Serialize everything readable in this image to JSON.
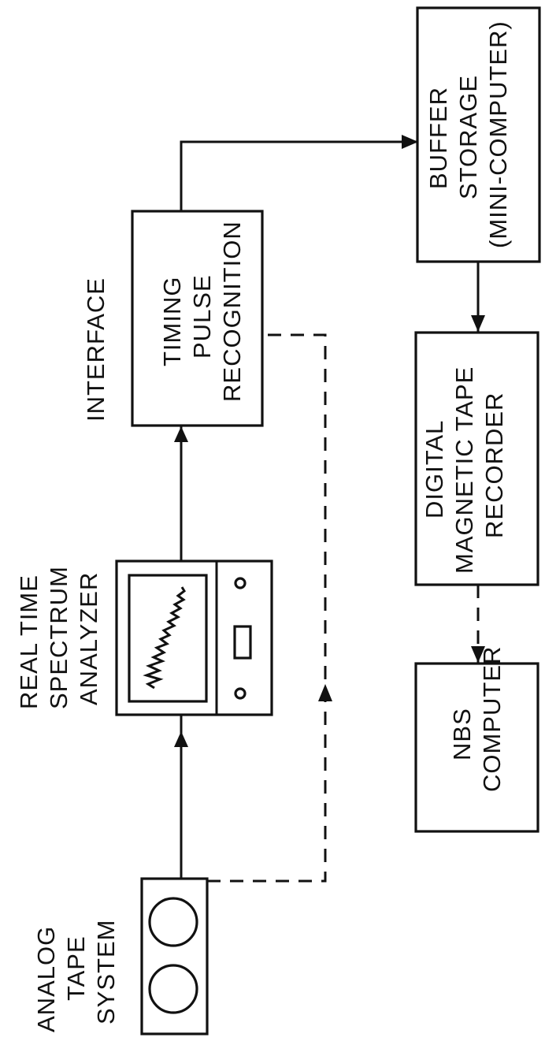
{
  "diagram": {
    "blocks": {
      "analog_tape": {
        "lines": [
          "ANALOG",
          "TAPE",
          "SYSTEM"
        ]
      },
      "spectrum_analyzer": {
        "lines": [
          "REAL TIME",
          "SPECTRUM",
          "ANALYZER"
        ]
      },
      "interface": {
        "heading": "INTERFACE",
        "lines": [
          "TIMING",
          "PULSE",
          "RECOGNITION"
        ]
      },
      "buffer_storage": {
        "lines": [
          "BUFFER",
          "STORAGE",
          "(MINI-COMPUTER)"
        ]
      },
      "digital_recorder": {
        "lines": [
          "DIGITAL",
          "MAGNETIC TAPE",
          "RECORDER"
        ]
      },
      "nbs_computer": {
        "lines": [
          "NBS",
          "COMPUTER"
        ]
      }
    },
    "connections": [
      {
        "from": "ANALOG TAPE SYSTEM",
        "to": "REAL TIME SPECTRUM ANALYZER",
        "style": "solid"
      },
      {
        "from": "REAL TIME SPECTRUM ANALYZER",
        "to": "INTERFACE",
        "style": "solid"
      },
      {
        "from": "INTERFACE",
        "to": "BUFFER STORAGE (MINI-COMPUTER)",
        "style": "solid"
      },
      {
        "from": "BUFFER STORAGE (MINI-COMPUTER)",
        "to": "DIGITAL MAGNETIC TAPE RECORDER",
        "style": "solid"
      },
      {
        "from": "DIGITAL MAGNETIC TAPE RECORDER",
        "to": "NBS COMPUTER",
        "style": "dashed"
      },
      {
        "from": "ANALOG TAPE SYSTEM",
        "to": "INTERFACE",
        "style": "dashed"
      }
    ]
  }
}
